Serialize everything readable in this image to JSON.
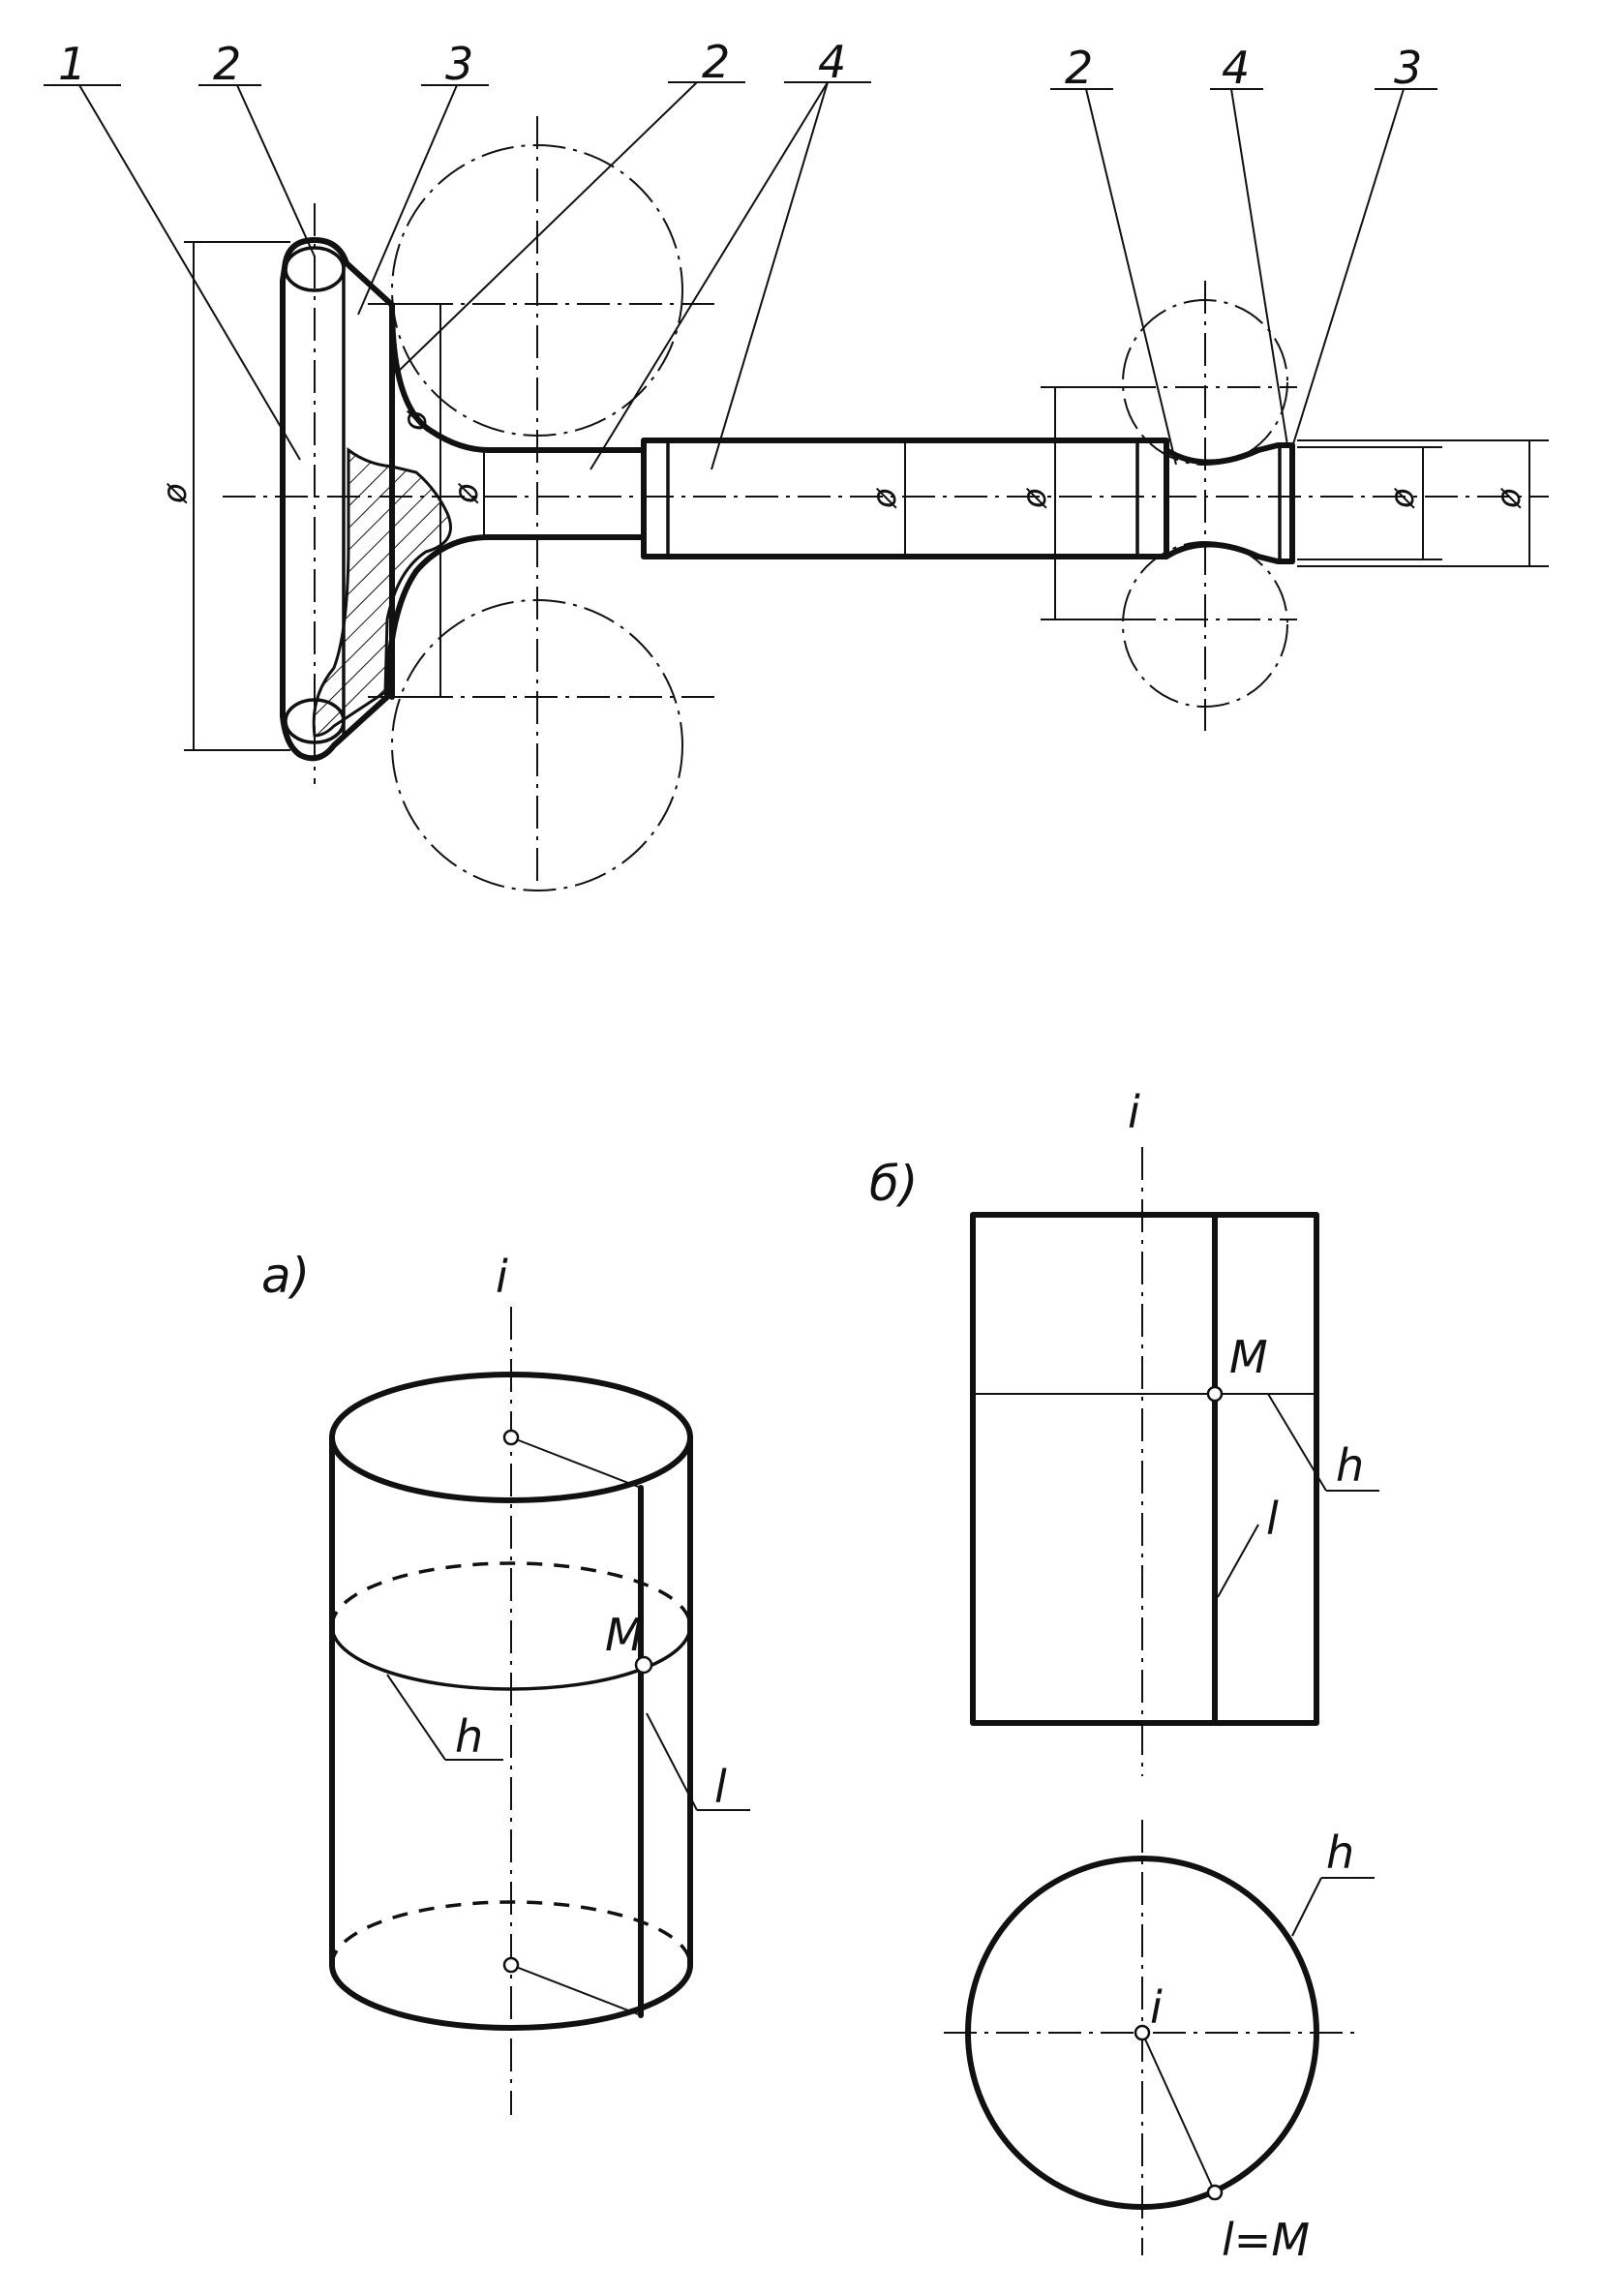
{
  "top_figure": {
    "leaders": [
      {
        "id": "l1",
        "text": "1"
      },
      {
        "id": "l2a",
        "text": "2"
      },
      {
        "id": "l3a",
        "text": "3"
      },
      {
        "id": "l2b",
        "text": "2"
      },
      {
        "id": "l4a",
        "text": "4"
      },
      {
        "id": "l2c",
        "text": "2"
      },
      {
        "id": "l4b",
        "text": "4"
      },
      {
        "id": "l3b",
        "text": "3"
      }
    ],
    "diameter_symbol": "ø"
  },
  "figure_a": {
    "caption": "a)",
    "axis_label": "i",
    "point_label": "M",
    "parallel_label": "h",
    "generatrix_label": "l"
  },
  "figure_b": {
    "caption": "б)",
    "axis_label": "i",
    "point_label": "M",
    "parallel_label": "h",
    "generatrix_label": "l",
    "top_view_parallel_label": "h",
    "top_view_axis_label": "i",
    "top_view_point_label": "l=M"
  }
}
